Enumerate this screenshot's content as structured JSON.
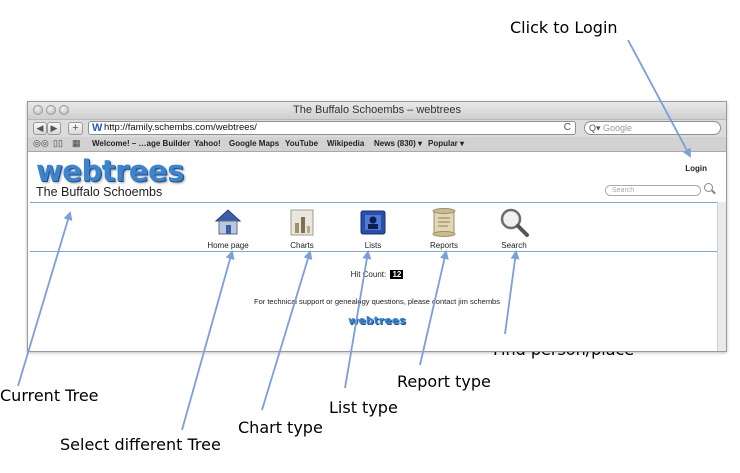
{
  "annotations": {
    "login": "Click to Login",
    "current_tree": "Current Tree",
    "select_tree": "Select different Tree",
    "chart_type": "Chart type",
    "list_type": "List type",
    "report_type": "Report type",
    "find": "Find person/place"
  },
  "window": {
    "title": "The Buffalo Schoembs – webtrees",
    "url": "http://family.schembs.com/webtrees/",
    "search_placeholder": "Google"
  },
  "bookmarks": [
    "Welcome! – …age Builder",
    "Yahoo!",
    "Google Maps",
    "YouTube",
    "Wikipedia",
    "News (830) ▾",
    "Popular ▾"
  ],
  "site": {
    "logo": "webtrees",
    "tree_name": "The Buffalo Schoembs",
    "login": "Login",
    "search_placeholder": "Search",
    "menu": [
      "Home page",
      "Charts",
      "Lists",
      "Reports",
      "Search"
    ],
    "hit_label": "Hit Count:",
    "hit_count": "12",
    "support": "For technical support or genealogy questions, please contact jim schembs",
    "footer_logo": "webtrees"
  },
  "colors": {
    "accent": "#3d84cf",
    "arrow": "#7b9fd6",
    "rule": "#7fa6cc"
  }
}
